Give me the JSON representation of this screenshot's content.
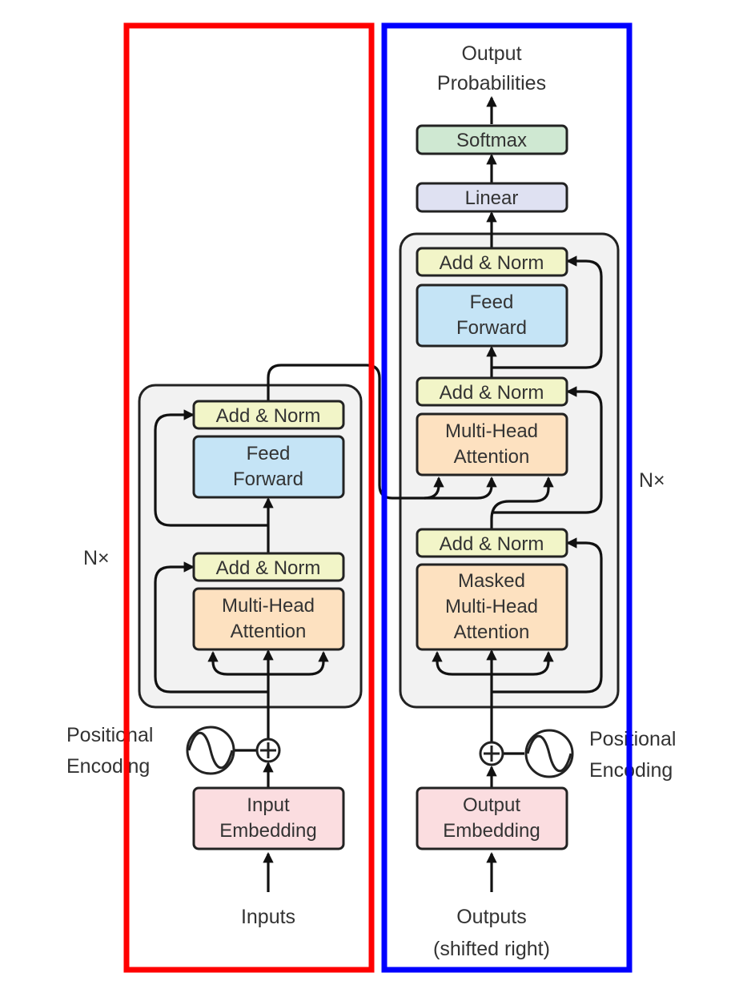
{
  "colors": {
    "encoder_highlight": "#ff0000",
    "decoder_highlight": "#0000ff",
    "add_norm": "#f2f5c8",
    "feed_forward": "#c5e4f6",
    "attention": "#fde1c0",
    "embedding": "#fbdde0",
    "linear": "#dfe1f2",
    "softmax": "#cfe8d2",
    "stack_panel": "#f2f2f2"
  },
  "encoder": {
    "inputs_label": "Inputs",
    "embedding": [
      "Input",
      "Embedding"
    ],
    "positional_encoding": [
      "Positional",
      "Encoding"
    ],
    "repeat_label": "N×",
    "attention": [
      "Multi-Head",
      "Attention"
    ],
    "add_norm_1": "Add & Norm",
    "feed_forward": [
      "Feed",
      "Forward"
    ],
    "add_norm_2": "Add & Norm"
  },
  "decoder": {
    "outputs_label": [
      "Outputs",
      "(shifted right)"
    ],
    "embedding": [
      "Output",
      "Embedding"
    ],
    "positional_encoding": [
      "Positional",
      "Encoding"
    ],
    "repeat_label": "N×",
    "masked_attention": [
      "Masked",
      "Multi-Head",
      "Attention"
    ],
    "add_norm_1": "Add & Norm",
    "cross_attention": [
      "Multi-Head",
      "Attention"
    ],
    "add_norm_2": "Add & Norm",
    "feed_forward": [
      "Feed",
      "Forward"
    ],
    "add_norm_3": "Add & Norm",
    "linear": "Linear",
    "softmax": "Softmax",
    "output_label": [
      "Output",
      "Probabilities"
    ]
  }
}
